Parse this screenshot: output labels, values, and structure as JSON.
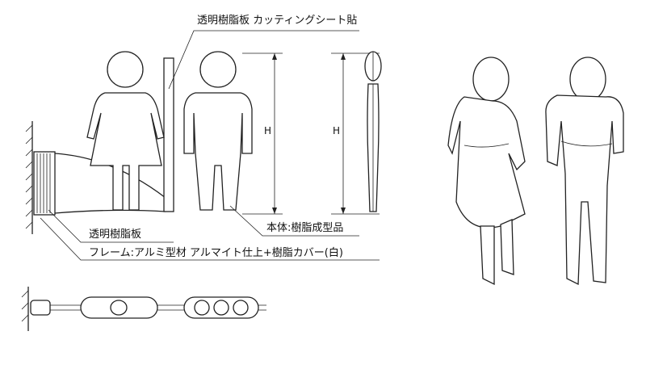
{
  "labels": {
    "panel_top": "透明樹脂板 カッティングシート貼",
    "body": "本体:樹脂成型品",
    "panel_side": "透明樹脂板",
    "frame": "フレーム:アルミ型材 アルマイト仕上+樹脂カバー(白)"
  },
  "dimensions": {
    "height_front": "H",
    "height_side": "H"
  }
}
